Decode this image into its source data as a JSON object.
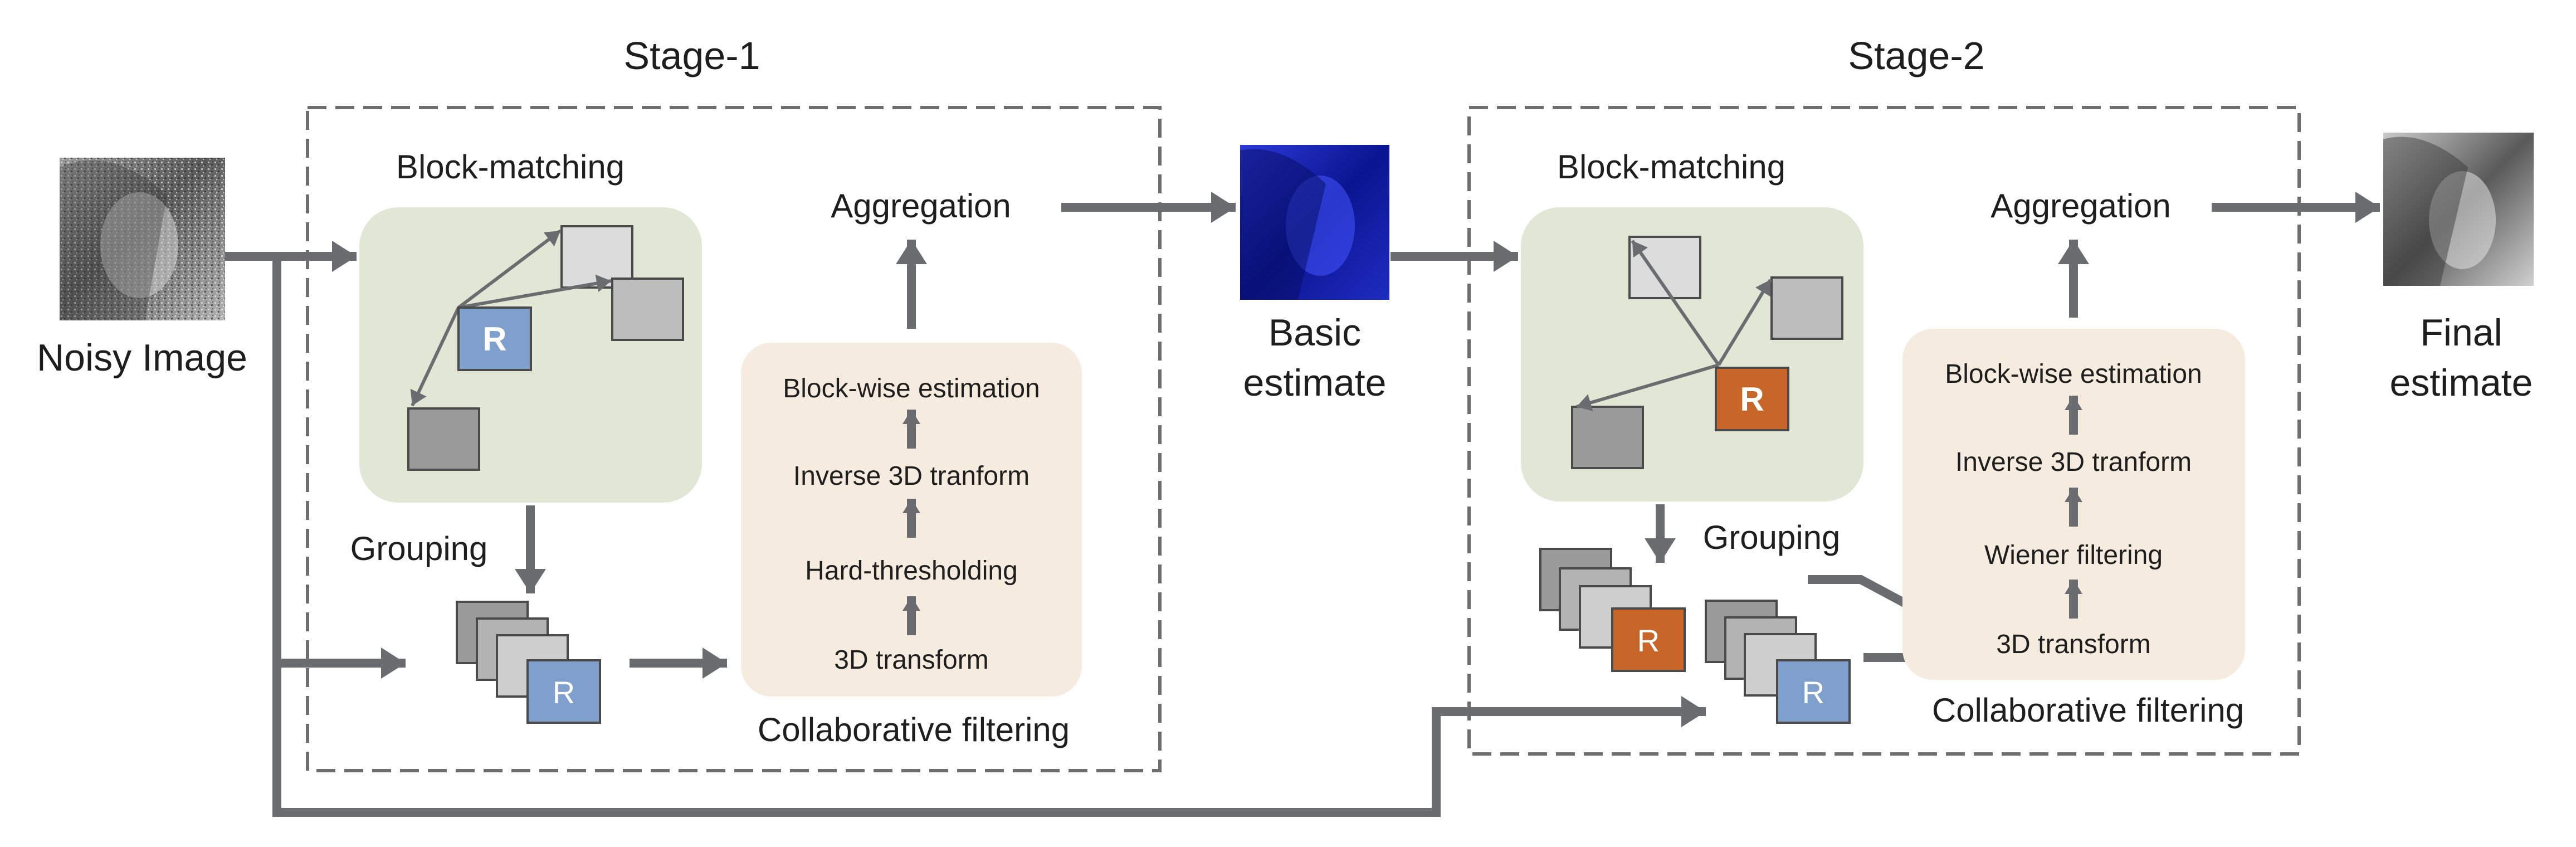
{
  "colors": {
    "green_panel": "#e1e7d4",
    "beige_panel": "#f6ebdf",
    "arrow": "#6b6c70",
    "ref_blue": "#7fa0cc",
    "ref_orange": "#c8662a",
    "block_light": "#dcdcdc",
    "block_mid": "#bdbdbd",
    "block_dark": "#9a9a9a"
  },
  "input": {
    "caption": "Noisy Image"
  },
  "stage1": {
    "title": "Stage-1",
    "block_matching": "Block-matching",
    "grouping": "Grouping",
    "aggregation": "Aggregation",
    "collaborative_filtering": "Collaborative filtering",
    "ref_block": "R",
    "group_ref": "R",
    "steps": [
      "Block-wise estimation",
      "Inverse 3D tranform",
      "Hard-thresholding",
      "3D transform"
    ]
  },
  "basic": {
    "caption_line1": "Basic",
    "caption_line2": "estimate"
  },
  "stage2": {
    "title": "Stage-2",
    "block_matching": "Block-matching",
    "grouping": "Grouping",
    "aggregation": "Aggregation",
    "collaborative_filtering": "Collaborative filtering",
    "ref_block": "R",
    "group_ref_a": "R",
    "group_ref_b": "R",
    "steps": [
      "Block-wise estimation",
      "Inverse 3D tranform",
      "Wiener filtering",
      "3D transform"
    ]
  },
  "output": {
    "caption_line1": "Final",
    "caption_line2": "estimate"
  }
}
